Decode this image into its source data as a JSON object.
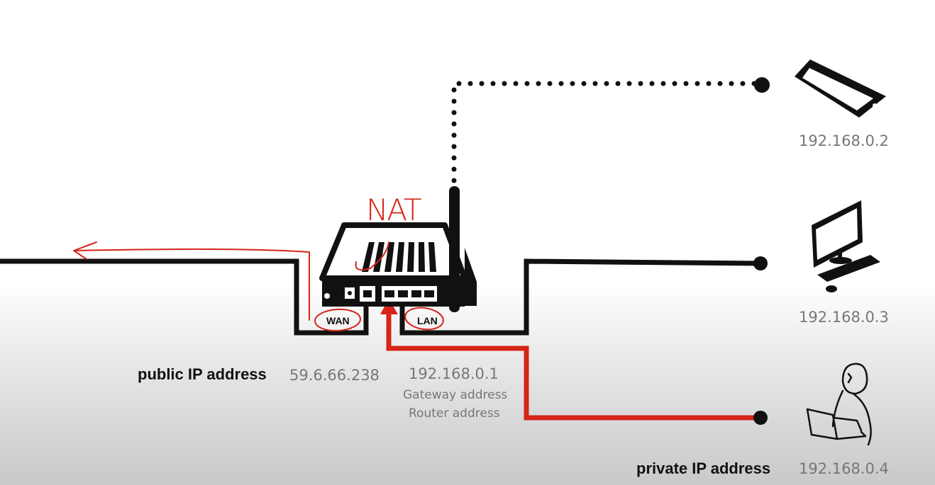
{
  "router": {
    "annotation": "NAT",
    "wan_label": "WAN",
    "lan_label": "LAN",
    "public_ip_caption": "public IP address",
    "public_ip": "59.6.66.238",
    "gateway_ip": "192.168.0.1",
    "gateway_caption": "Gateway address",
    "router_caption": "Router address"
  },
  "devices": [
    {
      "icon": "smartphone-icon",
      "ip": "192.168.0.2",
      "connection": "wireless"
    },
    {
      "icon": "desktop-computer-icon",
      "ip": "192.168.0.3",
      "connection": "wired"
    },
    {
      "icon": "laptop-user-icon",
      "ip": "192.168.0.4",
      "connection": "wired"
    }
  ],
  "private_ip_caption": "private IP address",
  "colors": {
    "line": "#111111",
    "highlight": "#d62418",
    "ip_text": "#777777"
  }
}
